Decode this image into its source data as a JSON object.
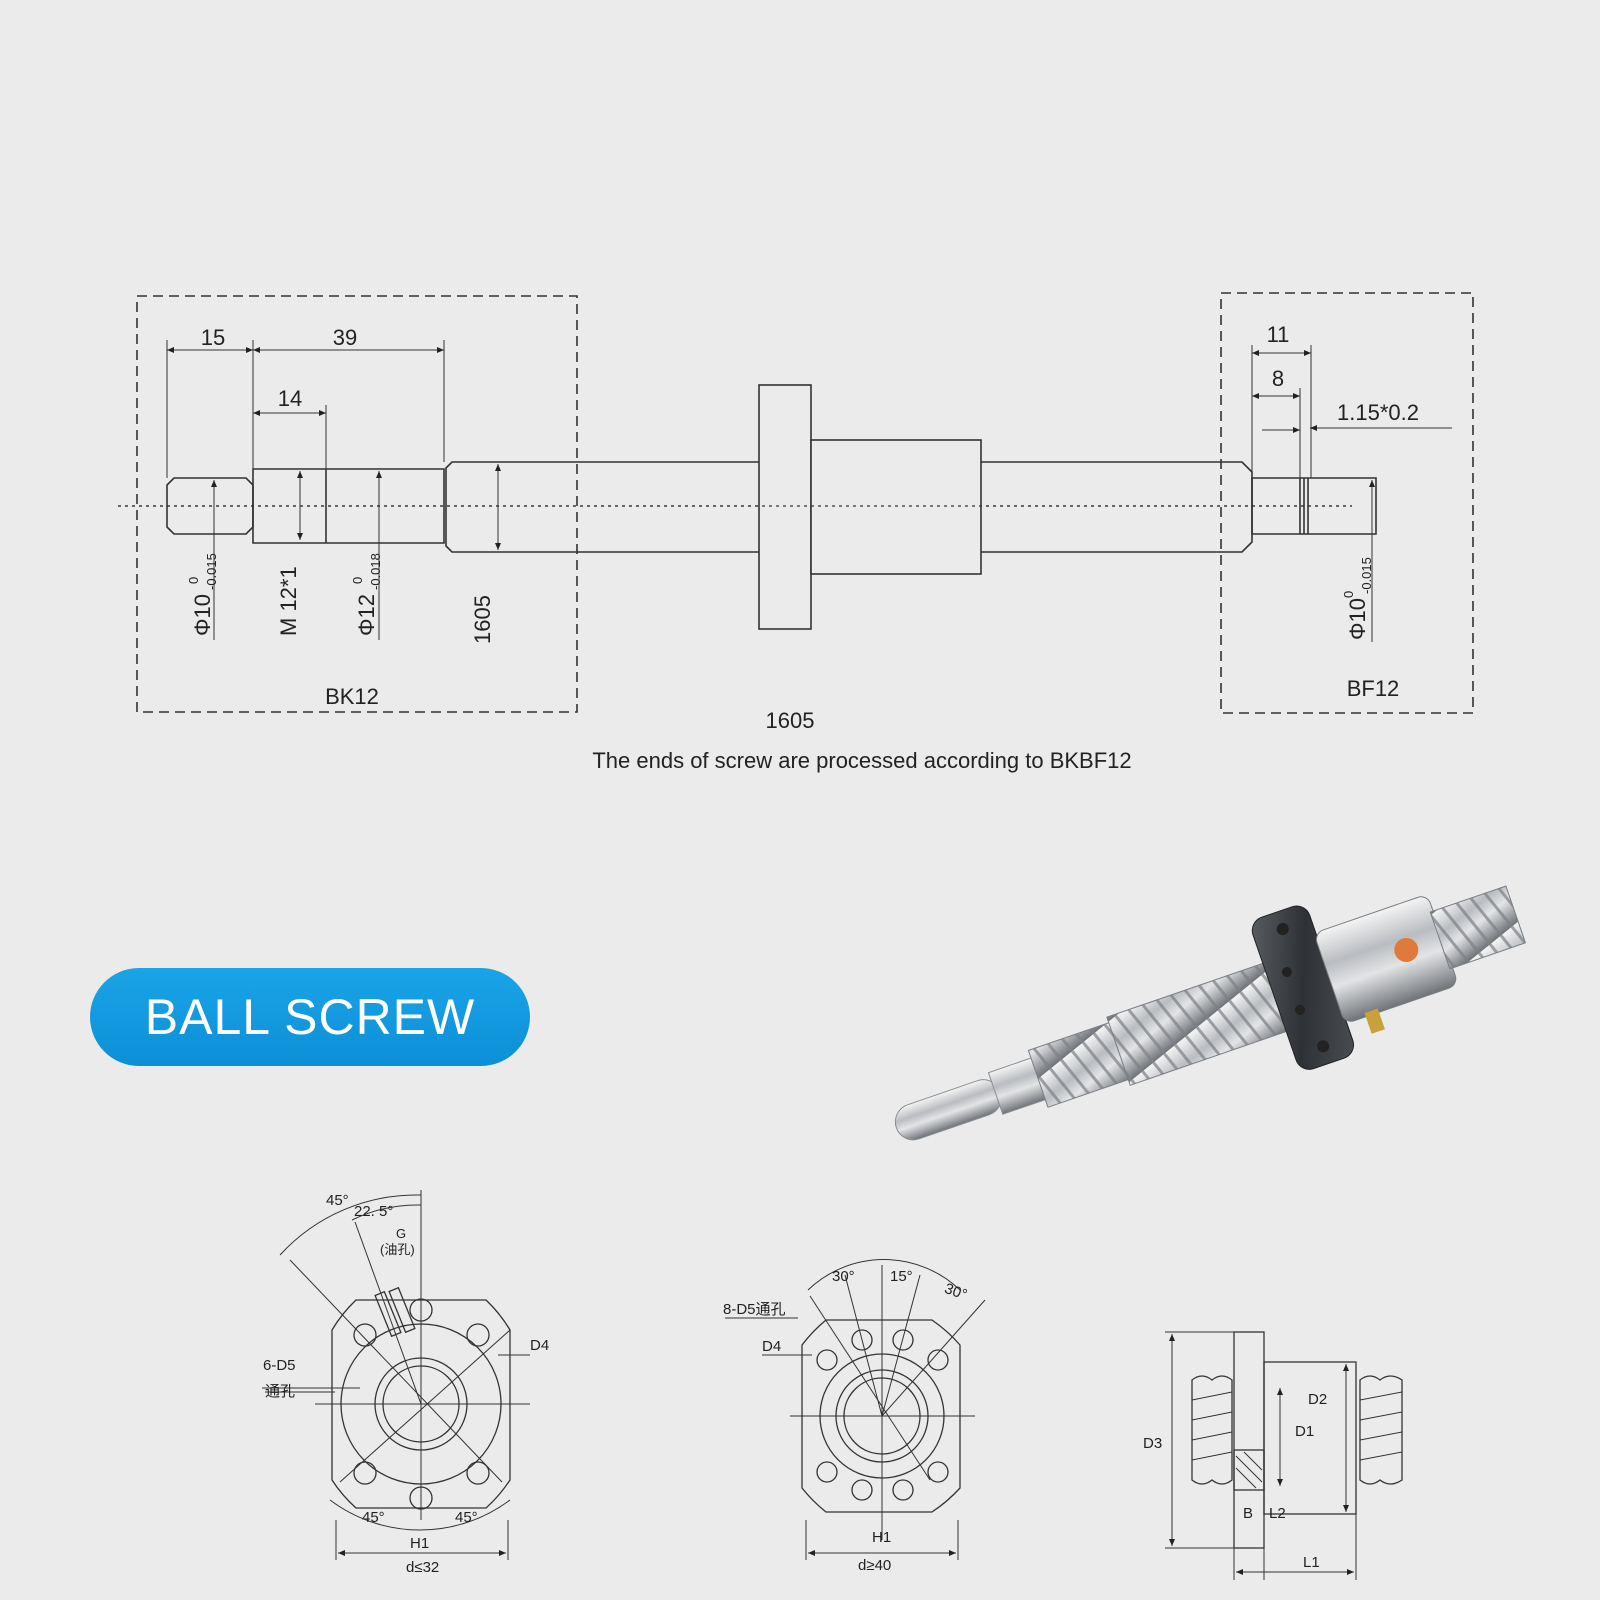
{
  "top_drawing": {
    "left_dims": {
      "d15": "15",
      "d39": "39",
      "d14": "14",
      "phi10": "Φ10",
      "phi10_tol_up": "0",
      "phi10_tol_low": "-0.015",
      "m12": "M 12*1",
      "phi12": "Φ12",
      "phi12_tol_up": "0",
      "phi12_tol_low": "-0.018",
      "shaft_code": "1605"
    },
    "left_box_label": "BK12",
    "right_dims": {
      "d11": "11",
      "d8": "8",
      "groove": "1.15*0.2",
      "phi10": "Φ10",
      "phi10_tol_up": "0",
      "phi10_tol_low": "-0.015"
    },
    "right_box_label": "BF12",
    "length_label": "1605",
    "note": "The ends of screw are processed according  to BKBF12"
  },
  "badge": {
    "label": "BALL SCREW"
  },
  "nut_views": {
    "view1": {
      "a45_top": "45°",
      "a22": "22. 5°",
      "g": "G",
      "g_note": "(油孔)",
      "holes": "6-D5",
      "holes_note": "通孔",
      "d4": "D4",
      "a45_bl": "45°",
      "a45_br": "45°",
      "h1": "H1",
      "d_limit": "d≤32"
    },
    "view2": {
      "a30_left": "30°",
      "a15": "15°",
      "a30_right": "30°",
      "holes": "8-D5通孔",
      "d4": "D4",
      "h1": "H1",
      "d_limit": "d≥40"
    },
    "side": {
      "d3": "D3",
      "d2": "D2",
      "d1": "D1",
      "b": "B",
      "l2": "L2",
      "l1": "L1"
    }
  },
  "colors": {
    "badge": "#0c8fd6",
    "background": "#ebebeb",
    "line": "#333333"
  },
  "photo": {
    "icon": "ball-screw-photo"
  }
}
